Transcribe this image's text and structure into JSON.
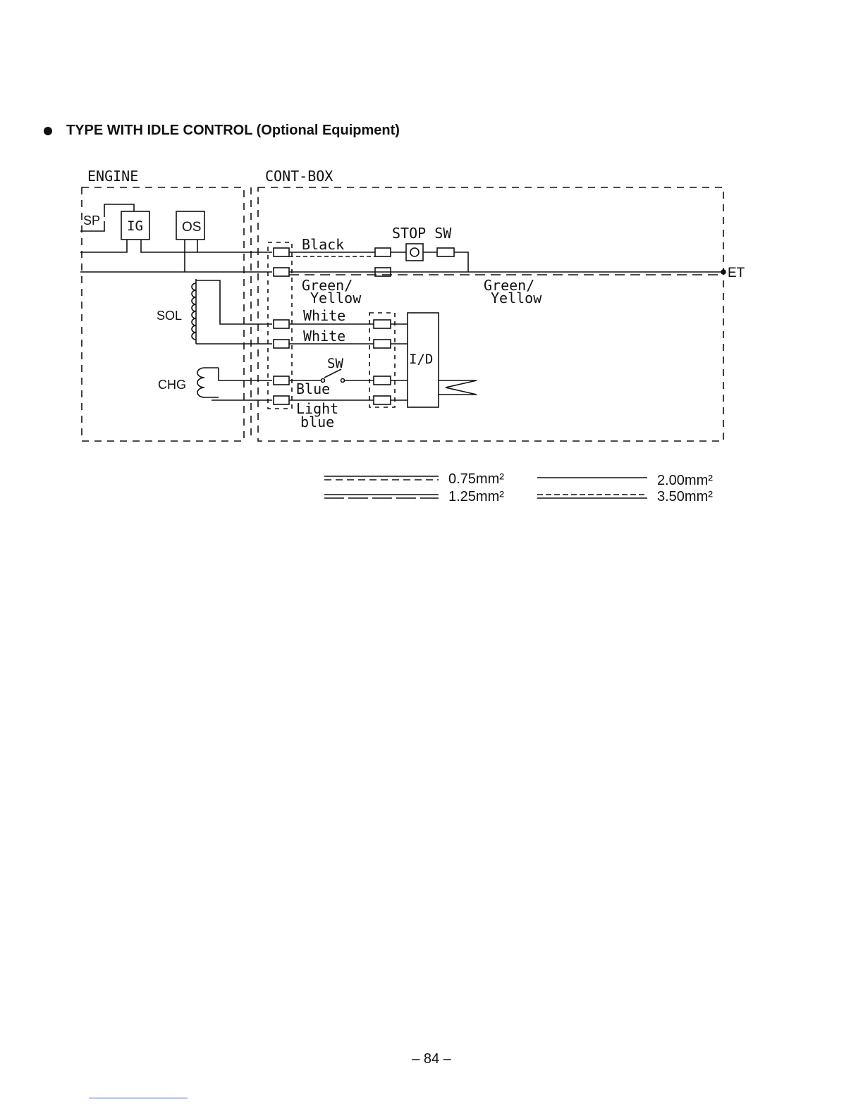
{
  "heading": {
    "title": "TYPE WITH IDLE CONTROL (Optional Equipment)"
  },
  "sections": {
    "engine": "ENGINE",
    "cont_box": "CONT-BOX"
  },
  "components": {
    "sp": "SP",
    "ig": "IG",
    "os": "OS",
    "sol": "SOL",
    "chg": "CHG",
    "stop_sw": "STOP SW",
    "sw": "SW",
    "id": "I/D",
    "et": "ET"
  },
  "wires": {
    "black": "Black",
    "green_yellow_1": "Green/",
    "green_yellow_1b": "Yellow",
    "green_yellow_2": "Green/",
    "green_yellow_2b": "Yellow",
    "white_1": "White",
    "white_2": "White",
    "blue": "Blue",
    "light_blue_1": "Light",
    "light_blue_2": "blue"
  },
  "legend": [
    {
      "label": "0.75mm²"
    },
    {
      "label": "2.00mm²"
    },
    {
      "label": "1.25mm²"
    },
    {
      "label": "3.50mm²"
    }
  ],
  "page_number": "– 84 –"
}
